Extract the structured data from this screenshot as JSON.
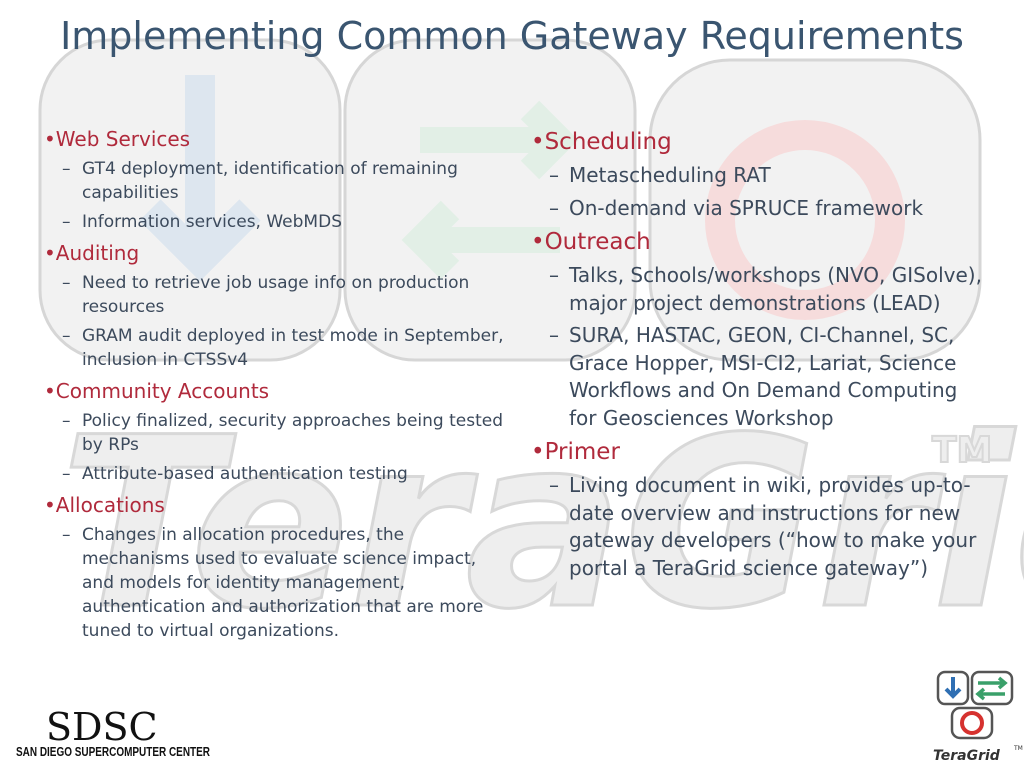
{
  "slide": {
    "title": "Implementing Common Gateway Requirements",
    "watermark_wordmark": "TeraGrid",
    "watermark_tm": "TM",
    "left_column": [
      {
        "label": "Web Services",
        "items": [
          "GT4 deployment, identification of remaining capabilities",
          "Information services, WebMDS"
        ]
      },
      {
        "label": "Auditing",
        "items": [
          "Need to retrieve job usage info on production resources",
          "GRAM audit deployed in test mode in September, inclusion in CTSSv4"
        ]
      },
      {
        "label": "Community Accounts",
        "items": [
          "Policy finalized, security approaches being tested by RPs",
          "Attribute-based authentication testing"
        ]
      },
      {
        "label": "Allocations",
        "items": [
          "Changes in allocation procedures, the mechanisms used to evaluate science impact, and models for identity management, authentication and authorization that are more tuned to virtual organizations."
        ]
      }
    ],
    "right_column": [
      {
        "label": "Scheduling",
        "items": [
          "Metascheduling RAT",
          "On-demand via SPRUCE framework"
        ]
      },
      {
        "label": "Outreach",
        "items": [
          "Talks, Schools/workshops (NVO, GISolve), major project demonstrations (LEAD)",
          "SURA, HASTAC, GEON, CI-Channel, SC, Grace Hopper, MSI-CI2, Lariat, Science Workflows and On Demand Computing for Geosciences Workshop"
        ]
      },
      {
        "label": "Primer",
        "items": [
          "Living document in wiki, provides up-to-date overview and instructions for new gateway developers (“how to make your portal a TeraGrid science gateway”)"
        ]
      }
    ],
    "bullet_marker": "•",
    "dash_marker": "–",
    "sdsc_logo": {
      "name": "SDSC",
      "subtitle": "SAN DIEGO SUPERCOMPUTER CENTER"
    },
    "teragrid_logo": {
      "name": "TeraGrid",
      "tm": "TM"
    }
  },
  "colors": {
    "title": "#3a5570",
    "bullet": "#b02a3c",
    "body_text": "#3c4a5c",
    "watermark": "#e6e6e6",
    "logo_blue": "#2f6fb3",
    "logo_green": "#3aa06a",
    "logo_red": "#d6322f"
  }
}
